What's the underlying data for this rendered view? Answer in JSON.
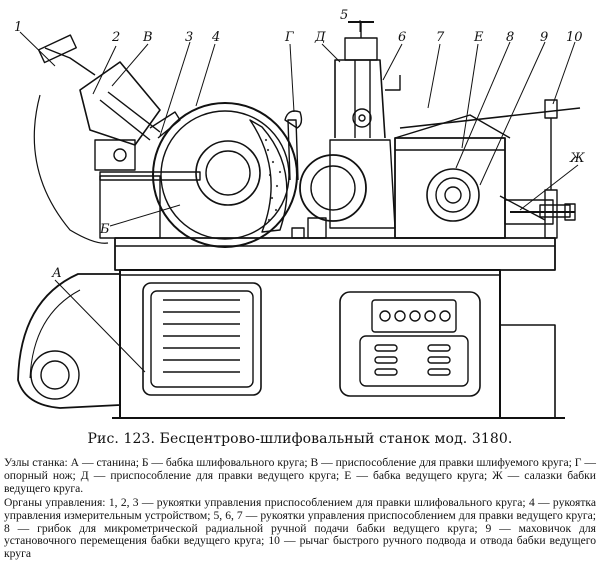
{
  "figure": {
    "labels": {
      "n1": "1",
      "n2": "2",
      "nV": "В",
      "n3": "3",
      "n4": "4",
      "nG": "Г",
      "n5": "5",
      "nD": "Д",
      "n6": "6",
      "n7": "7",
      "nE": "Е",
      "n8": "8",
      "n9": "9",
      "n10": "10",
      "nZh": "Ж",
      "nB": "Б",
      "nA": "А"
    }
  },
  "caption": "Рис. 123. Бесцентрово-шлифовальный станок мод. 3180.",
  "legend": {
    "units": "Узлы станка: А — станина; Б — бабка шлифовального круга; В — приспособление для правки шлифуемого круга; Г — опорный нож; Д — приспособление для правки ведущего круга; Е — бабка ведущего круга; Ж — салазки бабки ведущего круга.",
    "controls": "Органы управления: 1, 2, 3 — рукоятки управления приспособлением для правки шлифовального круга; 4 — рукоятка управления измерительным устройством; 5, 6, 7 — рукоятки управления приспособлением для правки ведущего круга; 8 — грибок для микрометрической радиальной ручной подачи бабки ведущего круга; 9 — маховичок для установочного перемещения бабки ведущего круга; 10 — рычаг быстрого ручного подвода и отвода бабки ведущего круга"
  }
}
